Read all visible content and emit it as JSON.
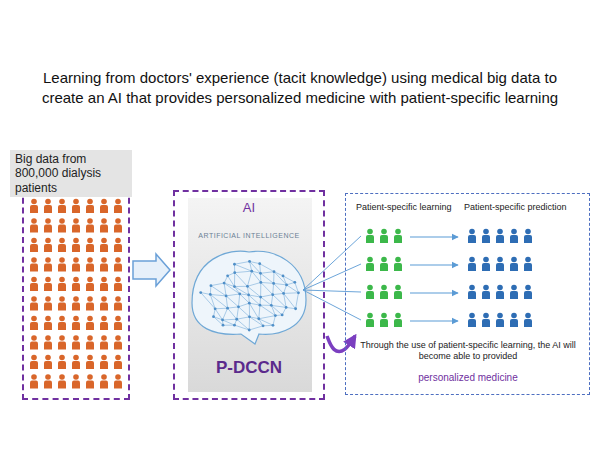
{
  "diagram": {
    "title": "Learning from doctors' experience (tacit knowledge) using medical big data to create an AI that provides personalized medicine with patient-specific learning",
    "nodes": [
      {
        "text": [
          "Big data from 800,000 dialysis patients"
        ]
      },
      {
        "text": [
          "AI",
          "ARTIFICIAL INTELLIGENCE",
          "P-DCCN"
        ]
      },
      {
        "text": [
          "Patient-specific learning",
          "Patient-specific prediction",
          "Through the use of patient-specific learning, the AI will become able to provided",
          "personalized medicine"
        ]
      }
    ],
    "edges": [
      {
        "from": 0,
        "to": 1,
        "arrow": "to"
      },
      {
        "from": 1,
        "to": 2,
        "arrow": "to"
      }
    ]
  }
}
